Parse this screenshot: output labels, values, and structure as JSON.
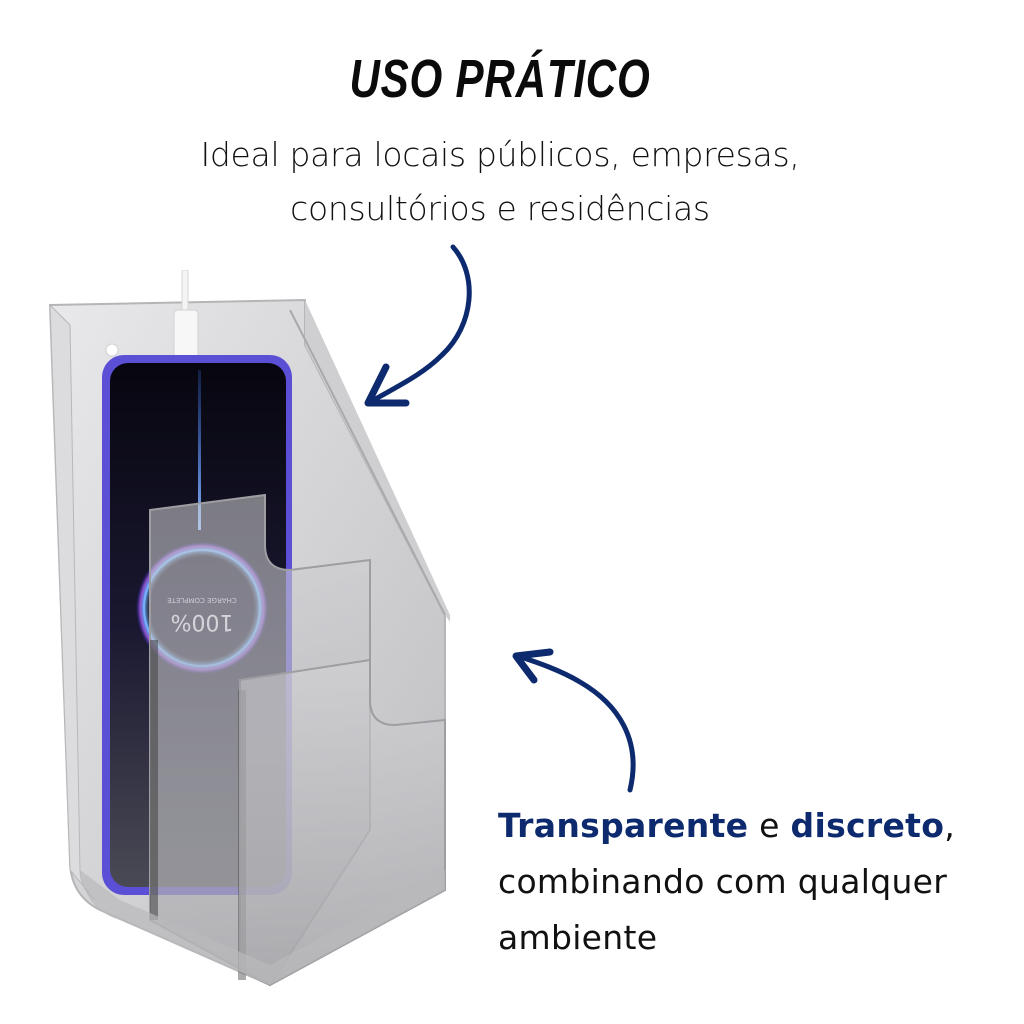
{
  "header": {
    "title": "USO PRÁTICO",
    "subtitle_lines": [
      "Ideal para locais públicos, empresas,",
      "consultórios e residências"
    ]
  },
  "feature": {
    "highlight_1": "Transparente",
    "connector": " e ",
    "highlight_2": "discreto",
    "trailing_punct": ",",
    "line_2": "combinando com qualquer",
    "line_3": "ambiente"
  },
  "product": {
    "description": "Clear acrylic phone charging holder with smartphone inside",
    "phone_screen_text": {
      "percent": "100%",
      "status": "CHARGE COMPLETE"
    }
  },
  "icons": {
    "arrow_top": "curved-arrow-down-left-icon",
    "arrow_bottom": "curved-arrow-up-left-icon"
  },
  "colors": {
    "accent_navy": "#0d2a6e",
    "text_black": "#111111",
    "background": "#ffffff",
    "phone_frame_purple": "#5b4fd6",
    "glow_blue": "#3a7bff"
  }
}
